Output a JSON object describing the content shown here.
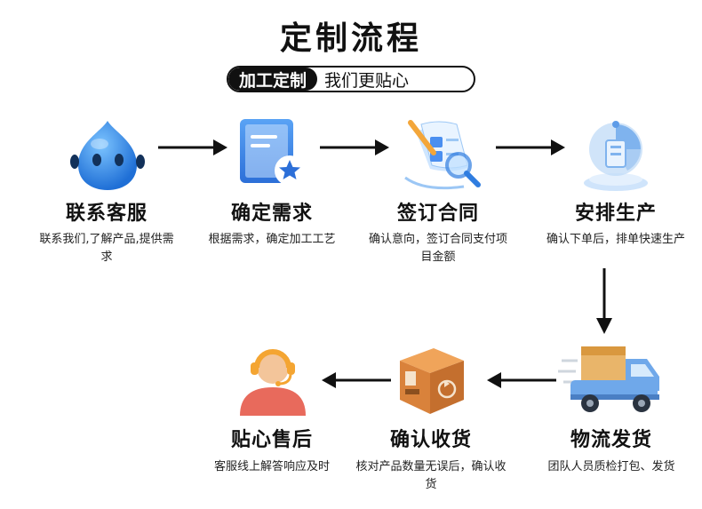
{
  "title": "定制流程",
  "tagline": {
    "highlight": "加工定制",
    "rest": "我们更贴心"
  },
  "steps": [
    {
      "title": "联系客服",
      "desc": "联系我们,了解产品,提供需求",
      "icon": "mascot-icon"
    },
    {
      "title": "确定需求",
      "desc": "根据需求，确定加工工艺",
      "icon": "document-star-icon"
    },
    {
      "title": "签订合同",
      "desc": "确认意向，签订合同支付项目金额",
      "icon": "contract-icon"
    },
    {
      "title": "安排生产",
      "desc": "确认下单后，排单快速生产",
      "icon": "production-icon"
    },
    {
      "title": "物流发货",
      "desc": "团队人员质检打包、发货",
      "icon": "delivery-truck-icon"
    },
    {
      "title": "确认收货",
      "desc": "核对产品数量无误后，确认收货",
      "icon": "package-box-icon"
    },
    {
      "title": "贴心售后",
      "desc": "客服线上解答响应及时",
      "icon": "customer-service-icon"
    }
  ],
  "colors": {
    "accent_blue": "#2f7de0",
    "light_blue": "#9cc7f5",
    "box_orange": "#d9823b",
    "dark": "#111111"
  }
}
